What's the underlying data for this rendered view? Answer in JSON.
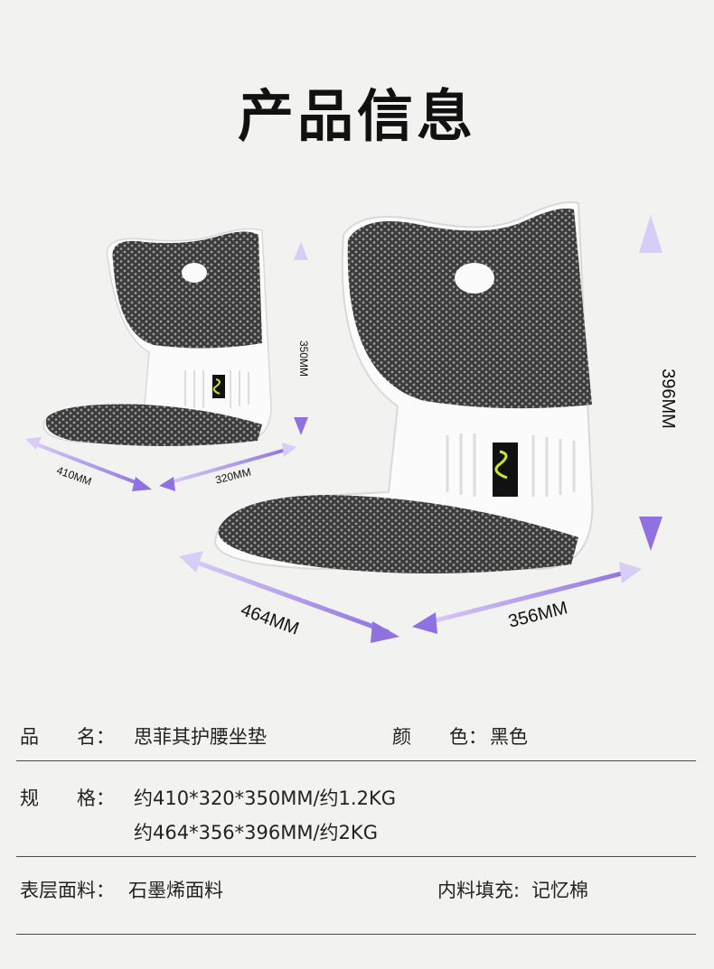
{
  "page_title": "产品信息",
  "dimensions": {
    "small": {
      "height": "350MM",
      "width": "410MM",
      "depth": "320MM"
    },
    "large": {
      "height": "396MM",
      "width": "464MM",
      "depth": "356MM"
    }
  },
  "specs": {
    "name_label": "品　　名：",
    "name_value": "思菲其护腰坐垫",
    "color_label": "颜　　色：",
    "color_value": "黑色",
    "size_label": "规　　格：",
    "size_value_1": "约410*320*350MM/约1.2KG",
    "size_value_2": "约464*356*396MM/约2KG",
    "fabric_label": "表层面料：",
    "fabric_value": "石墨烯面料",
    "filling_label": "内料填充:",
    "filling_value": "记忆棉"
  },
  "colors": {
    "background": "#f2f2f0",
    "arrow": "#a58be6",
    "shell": "#fafafa",
    "mesh": "#3a3a3a",
    "logo_accent": "#c8e62a"
  }
}
